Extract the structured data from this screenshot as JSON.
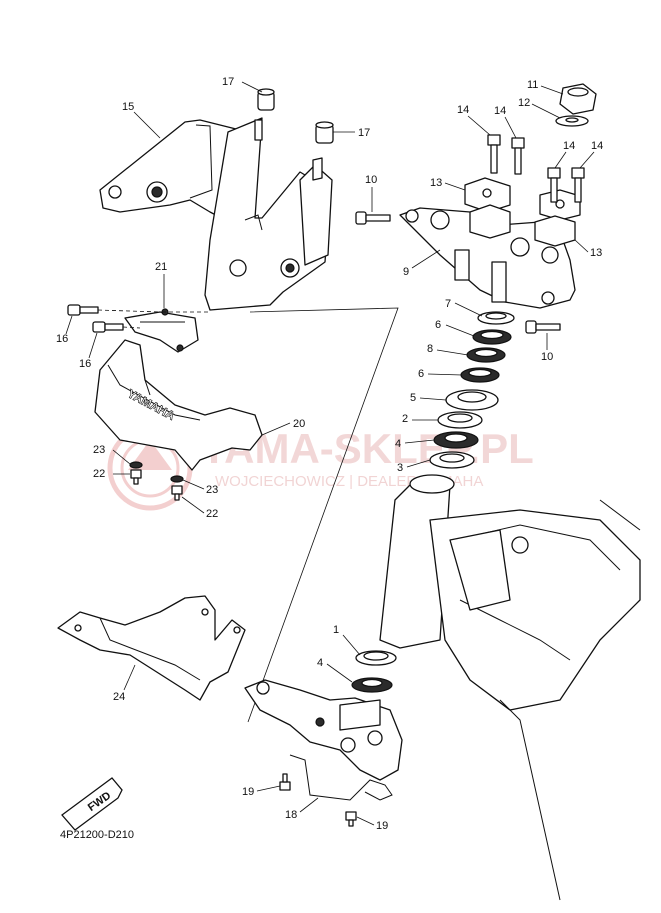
{
  "diagram": {
    "code": "4P21200-D210",
    "cover_brand": "YAMAHA",
    "fwd_badge": "FWD",
    "callouts": [
      "1",
      "2",
      "3",
      "4",
      "5",
      "6",
      "7",
      "8",
      "9",
      "10",
      "11",
      "12",
      "13",
      "14",
      "15",
      "16",
      "17",
      "18",
      "19",
      "20",
      "21",
      "22",
      "23",
      "24"
    ]
  },
  "watermark": {
    "title": "YAMA-SKLEP.PL",
    "subtitle": "WOJCIECHOWICZ  |  DEALER YAMAHA",
    "color": "#e8b8b8"
  }
}
